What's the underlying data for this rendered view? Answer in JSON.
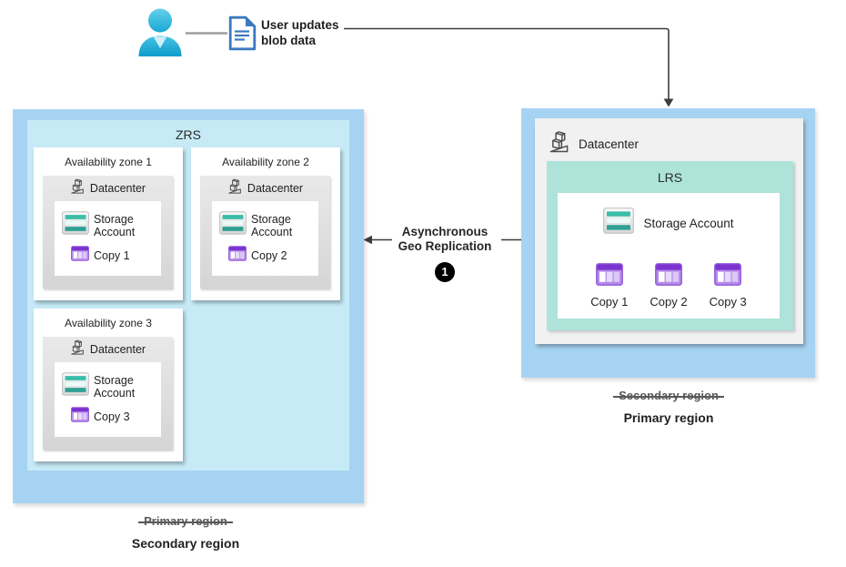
{
  "colors": {
    "region_blue": "#a7d3f2",
    "zrs_background": "#c6ebf7",
    "lrs_background": "#aee3da",
    "datacenter_gray": "#e0e0e0",
    "storage_teal": "#3bbcaa",
    "copy_purple": "#7c33d1",
    "arrow_dark": "#3c3c3c",
    "user_cyan": "#29b6da",
    "document_blue": "#3a79c0"
  },
  "user_flow": {
    "label_lines": [
      "User updates",
      "blob data"
    ]
  },
  "replication": {
    "label_lines": [
      "Asynchronous",
      "Geo Replication"
    ],
    "step_badge": "1"
  },
  "left_region": {
    "title": "ZRS",
    "old_label": "Primary region",
    "new_label": "Secondary region",
    "zones": [
      {
        "title": "Availability zone 1",
        "datacenter": "Datacenter",
        "storage": "Storage Account",
        "copy": "Copy 1"
      },
      {
        "title": "Availability zone 2",
        "datacenter": "Datacenter",
        "storage": "Storage Account",
        "copy": "Copy 2"
      },
      {
        "title": "Availability zone 3",
        "datacenter": "Datacenter",
        "storage": "Storage Account",
        "copy": "Copy 3"
      }
    ]
  },
  "right_region": {
    "datacenter": "Datacenter",
    "title": "LRS",
    "storage": "Storage Account",
    "copies": [
      "Copy 1",
      "Copy 2",
      "Copy 3"
    ],
    "old_label": "Secondary region",
    "new_label": "Primary region"
  }
}
